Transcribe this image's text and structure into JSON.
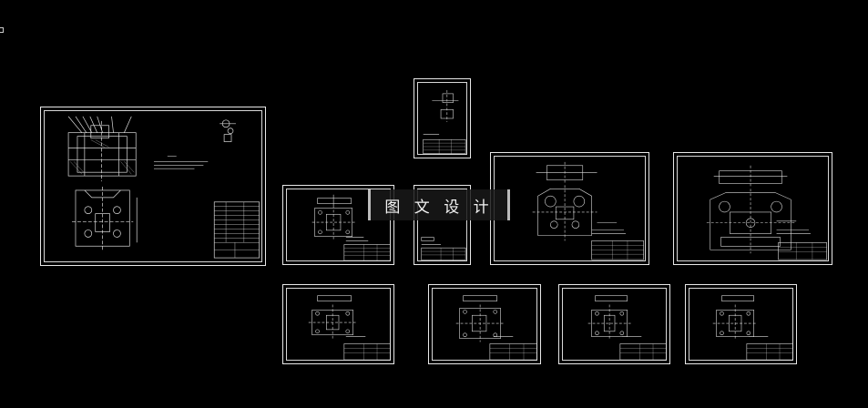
{
  "viewport": {
    "background": "#000000",
    "line_color": "#e8e8e8"
  },
  "watermark": {
    "text": "图 文 设 计"
  },
  "sheets": [
    {
      "id": "assembly-sheet",
      "kind": "assembly"
    },
    {
      "id": "small-vertical-sheet",
      "kind": "small-vertical"
    },
    {
      "id": "part-sheet-1",
      "kind": "part"
    },
    {
      "id": "narrow-part-sheet",
      "kind": "narrow-part"
    },
    {
      "id": "large-part-sheet-1",
      "kind": "large-part"
    },
    {
      "id": "large-part-sheet-2",
      "kind": "large-part"
    },
    {
      "id": "part-sheet-2",
      "kind": "part"
    },
    {
      "id": "part-sheet-3",
      "kind": "part"
    },
    {
      "id": "part-sheet-4",
      "kind": "part"
    },
    {
      "id": "part-sheet-5",
      "kind": "part"
    }
  ]
}
